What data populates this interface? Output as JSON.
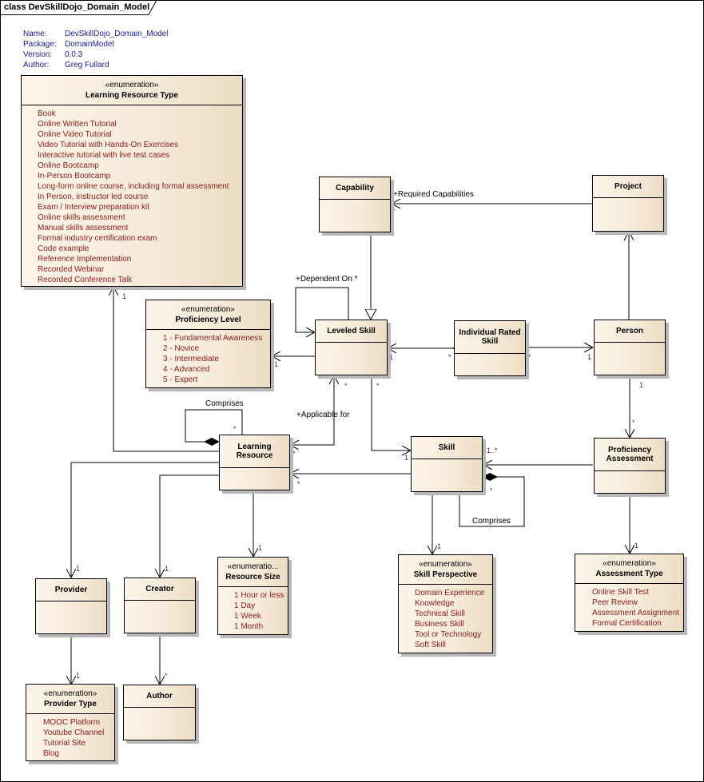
{
  "frame": {
    "title": "class DevSkillDojo_Domain_Model"
  },
  "meta": [
    {
      "key": "Name:",
      "value": "DevSkillDojo_Domain_Model"
    },
    {
      "key": "Package:",
      "value": "DomainModel"
    },
    {
      "key": "Version:",
      "value": "0.0.3"
    },
    {
      "key": "Author:",
      "value": "Greg Fullard"
    }
  ],
  "colors": {
    "literal": "#8b1a1a",
    "meta": "#1a1a9c",
    "box_fill": "#f6ead8",
    "multiplicity": "#4b1d6b"
  },
  "classes": {
    "learning_resource_type": {
      "stereotype": "«enumeration»",
      "name": "Learning Resource Type",
      "literals": [
        "Book",
        "Online Written Tutorial",
        "Online Video Tutorial",
        "Video Tutorial with Hands-On Exercises",
        "Interactive tutorial with live test cases",
        "Online Bootcamp",
        "In-Person Bootcamp",
        "Long-form online course, including formal assessment",
        "In Person, instructor led course",
        "Exam / Interview preparation kit",
        "Online skills assessment",
        "Manual skills assessment",
        "Formal industry certification exam",
        "Code example",
        "Reference Implementation",
        "Recorded Webinar",
        "Recorded Conference Talk"
      ]
    },
    "capability": {
      "name": "Capability"
    },
    "project": {
      "name": "Project"
    },
    "proficiency_level": {
      "stereotype": "«enumeration»",
      "name": "Proficiency Level",
      "literals": [
        "1 - Fundamental Awareness",
        "2 - Novice",
        "3 - Intermediate",
        "4 - Advanced",
        "5 - Expert"
      ]
    },
    "leveled_skill": {
      "name": "Leveled Skill"
    },
    "individual_rated_skill": {
      "name": "Individual Rated Skill"
    },
    "person": {
      "name": "Person"
    },
    "learning_resource": {
      "name": "Learning Resource"
    },
    "skill": {
      "name": "Skill"
    },
    "proficiency_assessment": {
      "name": "Proficiency Assessment"
    },
    "resource_size": {
      "stereotype": "«enumeratio...",
      "name": "Resource Size",
      "literals": [
        "1 Hour or less",
        "1 Day",
        "1 Week",
        "1 Month"
      ]
    },
    "skill_perspective": {
      "stereotype": "«enumeration»",
      "name": "Skill Perspective",
      "literals": [
        "Domain Experience",
        "Knowledge",
        "Technical Skill",
        "Business Skill",
        "Tool or Technology",
        "Soft Skill"
      ]
    },
    "assessment_type": {
      "stereotype": "«enumeration»",
      "name": "Assessment Type",
      "literals": [
        "Online Skill Test",
        "Peer Review",
        "Assessment Assignment",
        "Formal Certification"
      ]
    },
    "provider": {
      "name": "Provider"
    },
    "creator": {
      "name": "Creator"
    },
    "provider_type": {
      "stereotype": "«enumeration»",
      "name": "Provider Type",
      "literals": [
        "MOOC Platform",
        "Youtube Channel",
        "Tutorial Site",
        "Blog"
      ]
    },
    "author": {
      "name": "Author"
    }
  },
  "connector_labels": {
    "required_capabilities": "+Required Capabilities",
    "dependent_on": "+Dependent On *",
    "applicable_for": "+Applicable for",
    "comprises_lr": "Comprises",
    "comprises_skill": "Comprises"
  },
  "multiplicities": {
    "cap_star": "*",
    "lrt_one": "1",
    "pl_one": "1",
    "ls_right_one": "1",
    "irs_left_star": "*",
    "irs_right_star": "*",
    "person_left_one": "1",
    "ls_bottom_star1": "*",
    "ls_bottom_star2": "*",
    "person_bottom_one": "1",
    "pa_top_star": "*",
    "lr_comprises_star": "*",
    "lr_app_star": "*",
    "lr_skill_star": "*",
    "skill_left_one": "1",
    "skill_right": "1..*",
    "skill_comp_star": "*",
    "rs_one": "1",
    "sp_one": "1",
    "at_one": "1",
    "prov_one": "1",
    "creat_one": "1",
    "pt_one": "1",
    "author_star": "*"
  }
}
